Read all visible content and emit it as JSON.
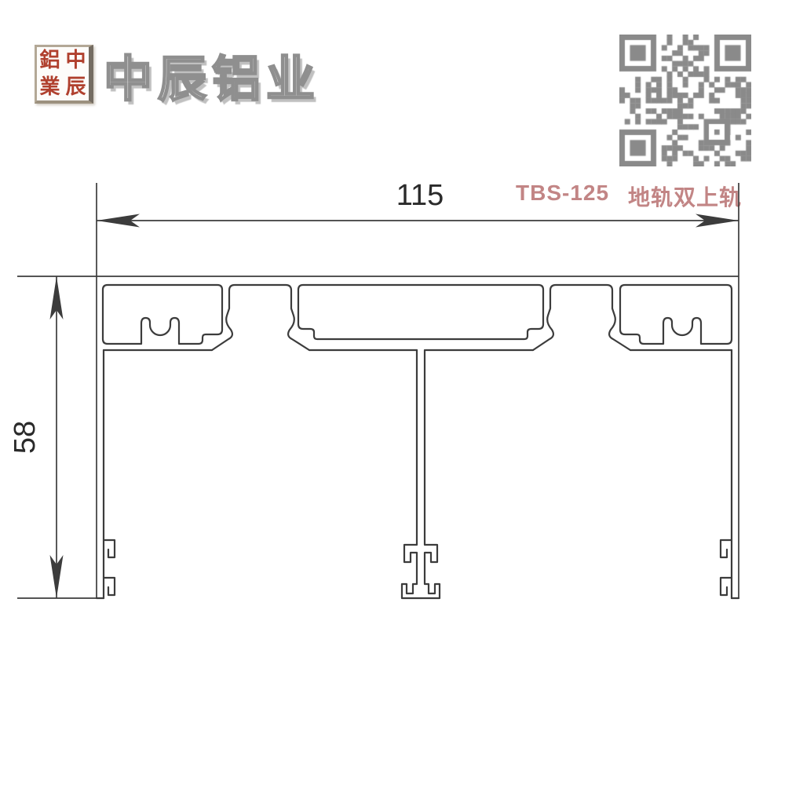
{
  "page": {
    "background_color": "#ffffff"
  },
  "branding": {
    "seal": {
      "characters": [
        "鋁",
        "中",
        "業",
        "辰"
      ],
      "character_color": "#b0402e"
    },
    "company_name": "中辰铝业"
  },
  "qr_code": {
    "color": "#8a8a8a",
    "grid_size": 25
  },
  "product_label": {
    "code": "TBS-125",
    "name": "地轨双上轨",
    "color": "#c28585"
  },
  "drawing": {
    "line_color": "#3c3c3c",
    "width_dimension": "115",
    "height_dimension": "58"
  }
}
